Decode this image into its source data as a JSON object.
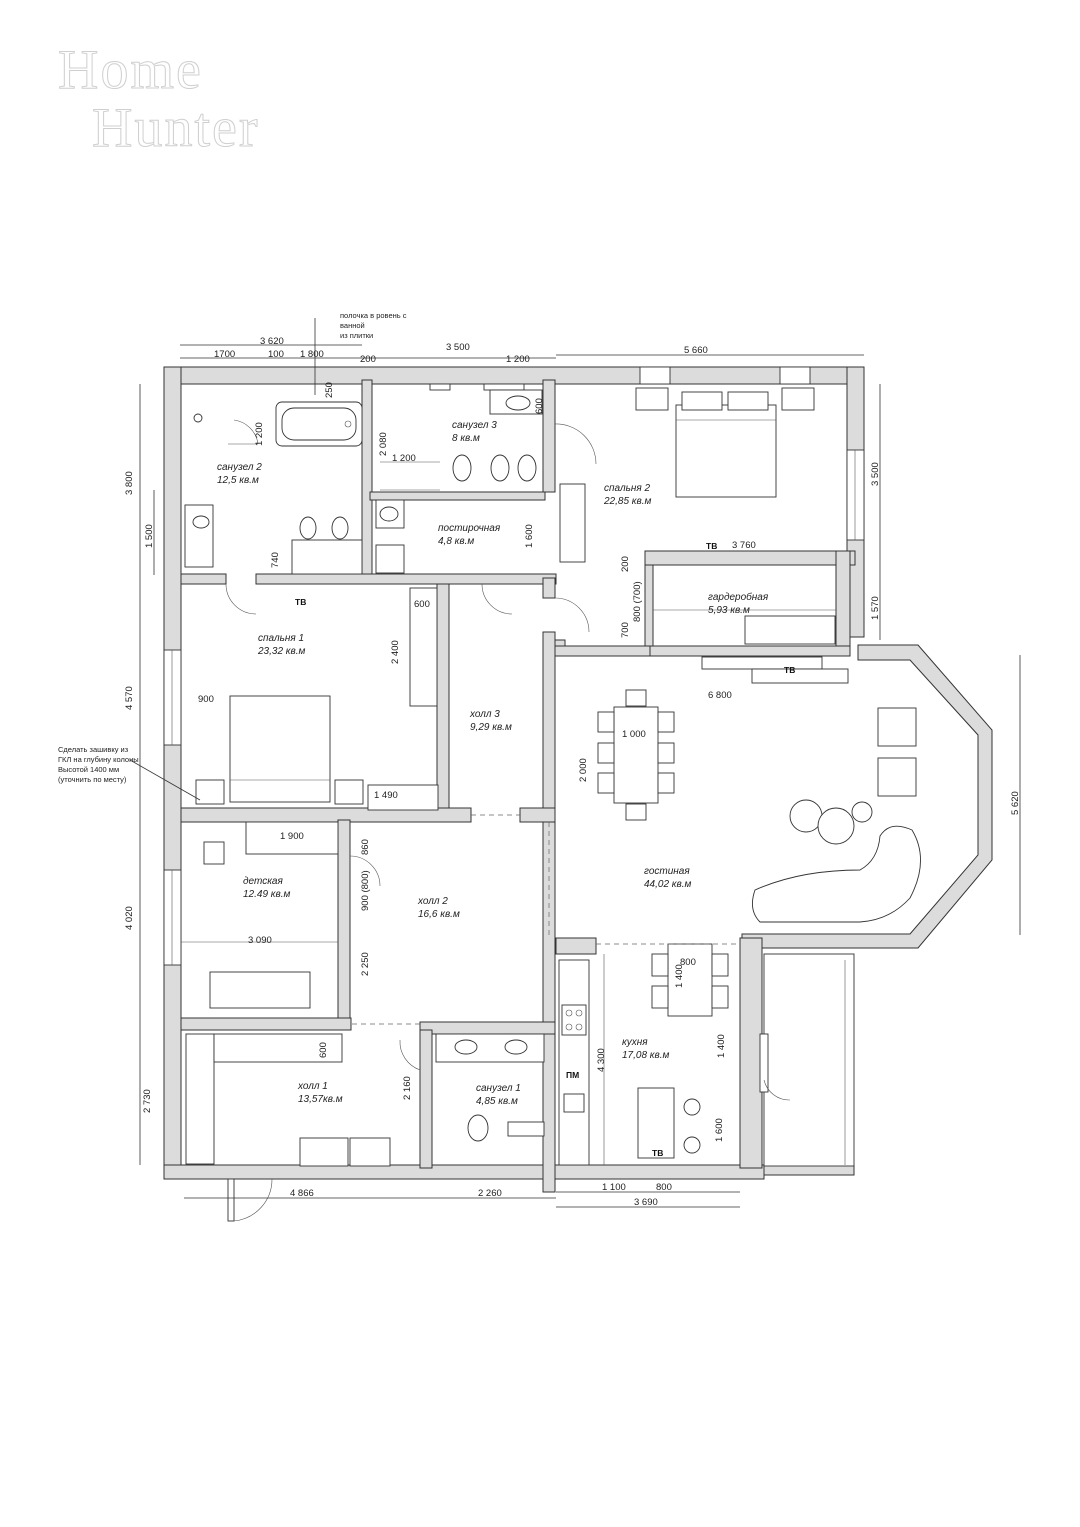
{
  "logo": {
    "line1": "Home",
    "line2": "Hunter"
  },
  "rooms": [
    {
      "id": "sanuzel2",
      "name": "санузел 2",
      "area": "12,5  кв.м"
    },
    {
      "id": "sanuzel3",
      "name": "санузел 3",
      "area": "8  кв.м"
    },
    {
      "id": "spalnya2",
      "name": "спальня 2",
      "area": "22,85 кв.м"
    },
    {
      "id": "postirochnaya",
      "name": "постирочная",
      "area": "4,8 кв.м"
    },
    {
      "id": "garderobnaya",
      "name": "гардеробная",
      "area": "5,93 кв.м"
    },
    {
      "id": "spalnya1",
      "name": "спальня 1",
      "area": "23,32 кв.м"
    },
    {
      "id": "holl3",
      "name": "холл 3",
      "area": "9,29 кв.м"
    },
    {
      "id": "gostinaya",
      "name": "гостиная",
      "area": "44,02 кв.м"
    },
    {
      "id": "detskaya",
      "name": "детская",
      "area": "12.49 кв.м"
    },
    {
      "id": "holl2",
      "name": "холл 2",
      "area": "16,6 кв.м"
    },
    {
      "id": "holl1",
      "name": "холл 1",
      "area": "13,57кв.м"
    },
    {
      "id": "sanuzel1",
      "name": "санузел 1",
      "area": "4,85 кв.м"
    },
    {
      "id": "kuhnya",
      "name": "кухня",
      "area": "17,08 кв.м"
    }
  ],
  "dimensions": {
    "top": [
      "3 620",
      "1700",
      "100",
      "1 800",
      "200",
      "3 500",
      "1 200",
      "5 660",
      "250"
    ],
    "left": [
      "3 800",
      "1 500",
      "4 570",
      "4 020",
      "2 730"
    ],
    "right": [
      "3 500",
      "1 570",
      "5 620"
    ],
    "bottom": [
      "4 866",
      "2 260",
      "1 100",
      "800",
      "3 690"
    ],
    "inner": [
      "1 200",
      "2 080",
      "1 200",
      "600",
      "1 600",
      "740",
      "200",
      "800 (700)",
      "700",
      "3 760",
      "600",
      "2 400",
      "900",
      "1 490",
      "6 800",
      "1 000",
      "2 000",
      "1 900",
      "860",
      "900 (800)",
      "3 090",
      "2 250",
      "600",
      "2 160",
      "800",
      "1 400",
      "1 400",
      "4 300",
      "1 600"
    ]
  },
  "labels": {
    "tv": "ТВ",
    "pm": "ПМ"
  },
  "notes": {
    "shelf": [
      "полочка в ровень с",
      "ванной",
      "из плитки"
    ],
    "column": [
      "Сделать зашивку из",
      "ГКЛ на глубину колоны",
      "Высотой 1400 мм",
      "(уточнить по месту)"
    ]
  }
}
